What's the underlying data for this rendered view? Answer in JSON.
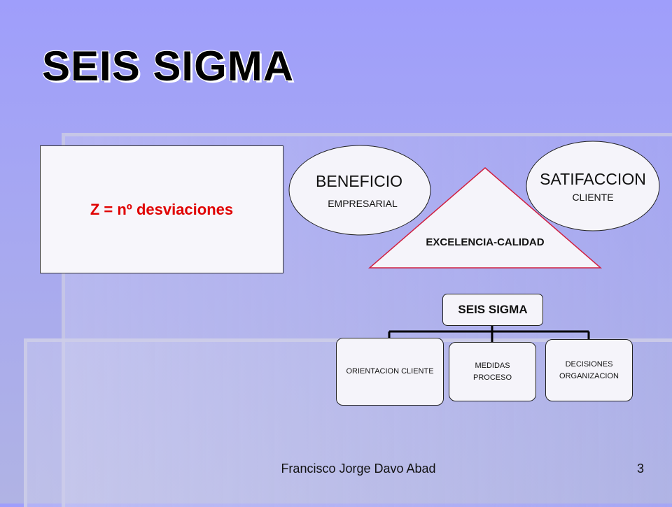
{
  "slide": {
    "title": "SEIS SIGMA",
    "formula": "Z = nº desviaciones",
    "ellipses": {
      "beneficio": {
        "title": "BENEFICIO",
        "subtitle": "EMPRESARIAL"
      },
      "satisfaccion": {
        "title": "SATIFACCION",
        "subtitle": "CLIENTE"
      }
    },
    "triangle_label": "EXCELENCIA-CALIDAD",
    "org_chart": {
      "root": "SEIS SIGMA",
      "children": [
        {
          "line1": "ORIENTACION CLIENTE",
          "line2": ""
        },
        {
          "line1": "MEDIDAS",
          "line2": "PROCESO"
        },
        {
          "line1": "DECISIONES",
          "line2": "ORGANIZACION"
        }
      ]
    },
    "footer": "Francisco Jorge Davo Abad",
    "page_number": "3"
  },
  "colors": {
    "formula_text": "#e00000",
    "triangle_border": "#d02040",
    "shape_fill": "#f5f4fa"
  }
}
